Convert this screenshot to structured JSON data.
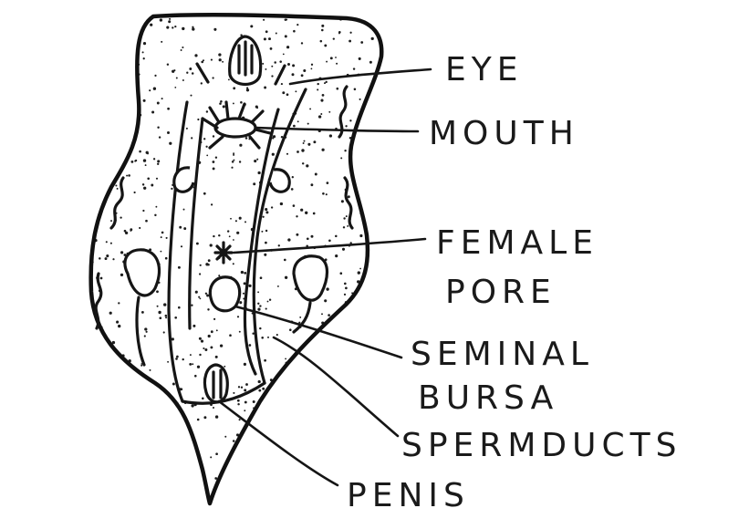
{
  "diagram": {
    "labels": {
      "eye": "EYE",
      "mouth": "MOUTH",
      "female_pore_line1": "FEMALE",
      "female_pore_line2": "PORE",
      "seminal_bursa_line1": "SEMINAL",
      "seminal_bursa_line2": "BURSA",
      "spermducts": "SPERMDUCTS",
      "penis": "PENIS"
    },
    "colors": {
      "ink": "#111111",
      "paper": "#ffffff"
    }
  }
}
